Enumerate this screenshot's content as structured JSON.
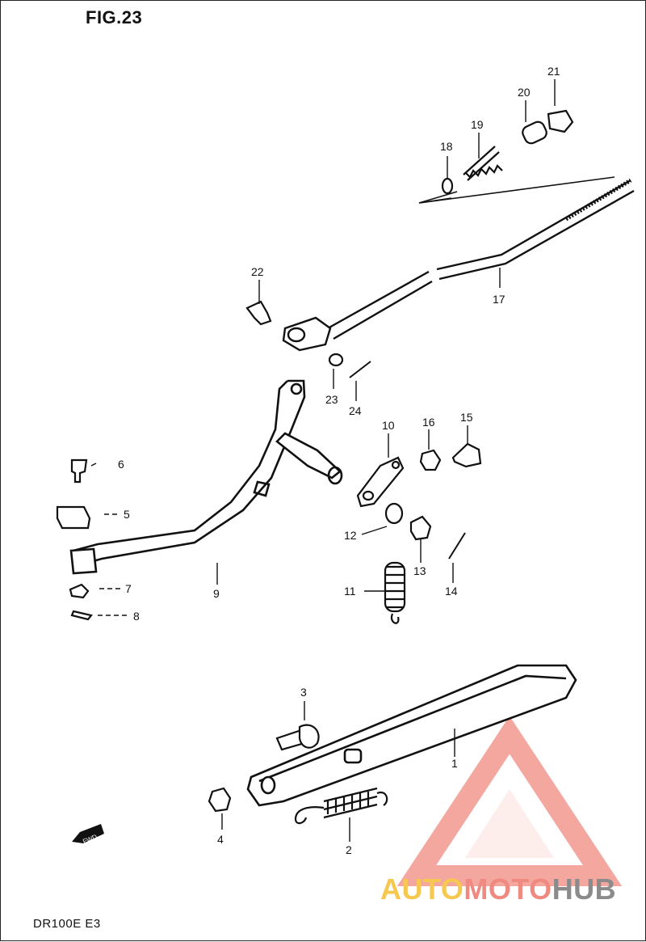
{
  "figure": {
    "title": "FIG.23",
    "model": "DR100E E3"
  },
  "callouts": [
    "1",
    "2",
    "3",
    "4",
    "5",
    "6",
    "7",
    "8",
    "9",
    "10",
    "11",
    "12",
    "13",
    "14",
    "15",
    "16",
    "17",
    "18",
    "19",
    "20",
    "21",
    "22",
    "23",
    "24"
  ],
  "fwd_label": "FWD",
  "watermark": {
    "part1": "AUTO",
    "part2": "MOTO",
    "part3": "HUB",
    "colors": {
      "part1": "#f7c84f",
      "part2": "#f08a80",
      "part3": "#8b8b8b",
      "logo": "#f08a80"
    }
  }
}
